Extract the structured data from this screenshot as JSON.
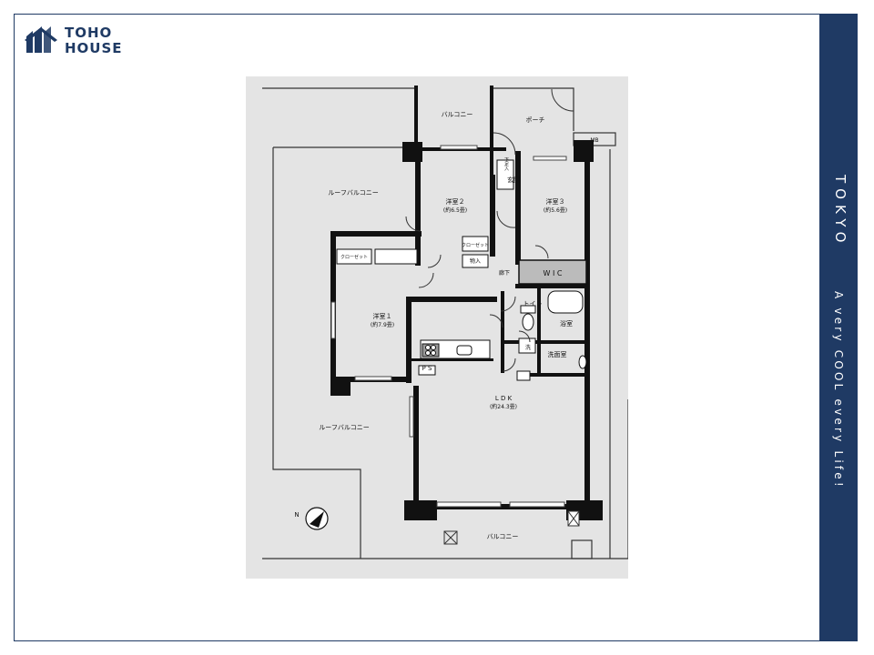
{
  "brand": {
    "line1": "TOHO",
    "line2": "HOUSE",
    "color": "#1f3a64"
  },
  "sidebar": {
    "city": "TOKYO",
    "tagline": "A very COOL every Life!",
    "background": "#1f3a64"
  },
  "plan": {
    "background": "#e4e4e4",
    "rooms": {
      "balcony_top": "バルコニー",
      "porch": "ポーチ",
      "mb": "MB",
      "roof_balcony_top": "ルーフバルコニー",
      "western2": "洋室２",
      "western2_size": "(約6.5畳)",
      "entrance": "玄関",
      "shoe_box": "下足入",
      "western3": "洋室３",
      "western3_size": "(約5.6畳)",
      "closet_a": "クローゼット",
      "closet_b": "クローゼット",
      "storage": "物入",
      "hallway": "廊下",
      "wic": "W I C",
      "toilet": "トイレ",
      "western1": "洋室１",
      "western1_size": "(約7.9畳)",
      "bath": "浴室",
      "washer": "洗",
      "washroom": "洗面室",
      "ps": "P S",
      "ldk": "L D K",
      "ldk_size": "(約24.3畳)",
      "roof_balcony_bottom": "ルーフバルコニー",
      "balcony_bottom": "バルコニー",
      "north": "N"
    }
  }
}
